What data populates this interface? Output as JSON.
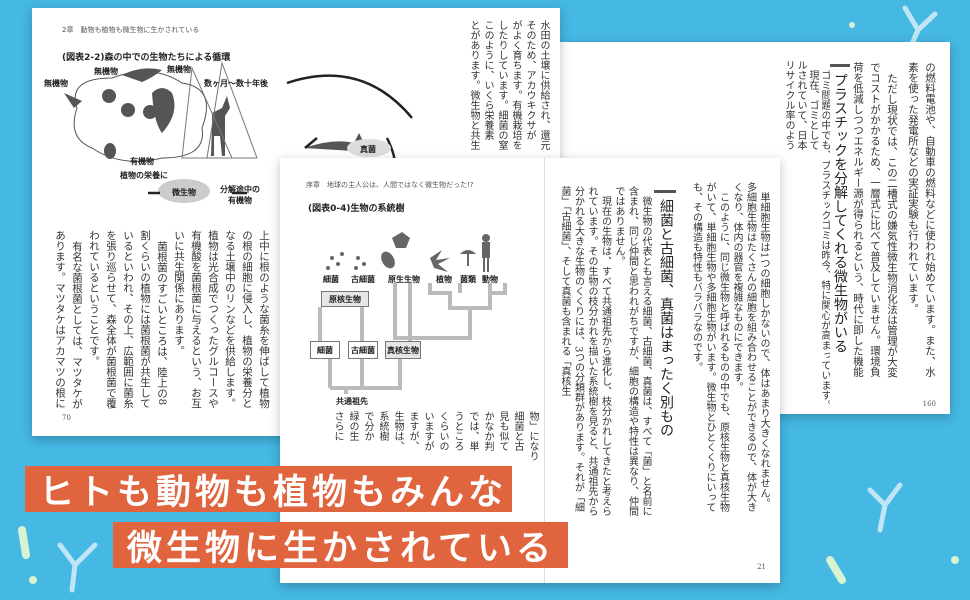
{
  "colors": {
    "background": "#45b8e4",
    "banner": "#e0643e",
    "banner_text": "#ffffff"
  },
  "back_left_spread": {
    "header": "2章　動物も植物も微生物に生かされている",
    "figure_title": "(図表2-2)森の中での生物たちによる循環",
    "figure_labels": {
      "inorganic1": "無機物",
      "inorganic2": "無機物",
      "inorganic3": "無機物",
      "years": "数ヶ月〜数十年後",
      "organic": "有機物",
      "plant_nutrient": "植物の栄養に",
      "microbe": "微生物",
      "decomposing": "分解途中の有機物",
      "fungi": "真菌"
    },
    "left_text": [
      "上中に根のような菌糸を伸ばして植物の根の細胞に侵入し、植物の栄養分となる土壌中のリンなどを供給します。植物は光合成でつくったグルコースや有機酸を菌根菌に与えるという、お互いに共生関係にあります。",
      "菌根菌のすごいところは、陸上の8割くらいの植物には菌根菌が共生しているといわれ、その上、広範囲に菌糸を張り巡らせて、森全体が菌根菌で覆われているということです。",
      "有名な菌根菌としては、マツタケがあります。マツタケはアカマツの根に糸状の菌糸を伸ばして共生しています。マツタケの栽培が難しいのは、生きた樹木を必要とするためです。シイタケなどは切ったホダ木で栽培する"
    ],
    "right_text": [
      "水田の土壌に供給され、還元",
      "そのため、アカウキクサが",
      "がよく育ちます。有機栽培を",
      "したりしています。細菌の窒",
      "このように、いくら栄養素",
      "とがあります。微生物と共生"
    ],
    "page_number": "70"
  },
  "back_right_page": {
    "text1": "の燃料電池や、自動車の燃料などに使われ始めています。また、水素を使った発電所などの実証実験も行われています。",
    "text2": "ただし現状では、この二槽式の嫌気性微生物消化法は管理が大変でコストがかかるため、一層式に比べて普及していません。環境負荷を低減しつつエネルギー源が得られるという、時代に即した機能であるため、今後の普及が期待されます。",
    "heading": "プラスチックを分解してくれる微生物がいる",
    "text3": "ゴミ問題の中でも、プラスチックゴミは昨今、特に関心が高まっています。",
    "text4": "現在、ゴミとして",
    "text5": "ルされていて、日本",
    "text6": "リサイクル率のよう",
    "page_number": "160"
  },
  "front_spread": {
    "header": "序章　地球の主人公は、人間ではなく微生物だった!?",
    "figure_title": "(図表0-4)生物の系統樹",
    "tree": {
      "leaves": [
        "細菌",
        "古細菌",
        "原生生物",
        "植物",
        "菌類",
        "動物"
      ],
      "prokaryote": "原核生物",
      "bacteria": "細菌",
      "archaea": "古細菌",
      "eukaryote": "真核生物",
      "common_ancestor": "共通祖先"
    },
    "left_text": [
      "物」になり",
      "細菌と古",
      "見も似て",
      "かなか判",
      "では、単",
      "うところ",
      "くらいの",
      "いますが",
      "ますが、",
      "生物は、",
      "系統樹",
      "で分か",
      "緑の生",
      "さらに"
    ],
    "right_text1": "単細胞生物は1つの細胞しかないので、体はあまり大きくなれません。多細胞生物はたくさんの細胞を組み合わせることができるので、体が大きくなり、体内の器官を複雑なものにできます。",
    "right_text2": "このように、同じ微生物と呼ばれるものの中でも、原核生物と真核生物がいて、単細胞生物や多細胞生物がいます。微生物とひとくくりにいっても、その構造も特性もバラバラなのです。",
    "heading": "細菌と古細菌、真菌はまったく別もの",
    "right_text3": "微生物の代表とも言える細菌、古細菌、真菌は、すべて「菌」と名前に含まれ、同じ仲間と思われがちですが、細胞の構造や特性は異なり、仲間ではありません。",
    "right_text4": "現在の生物は、すべて共通祖先から進化し、枝分かれしてきたと考えられています。その生物の枝分かれを描いた系統樹を見ると、共通祖先から分かれる大きな生物のくくりには、3つの分類群があります。それが「細菌」「古細菌」、そして真菌も含まれる「真核生",
    "page_number": "21"
  },
  "banner": {
    "line1": "ヒトも動物も植物もみんな",
    "line2": "微生物に生かされている"
  }
}
